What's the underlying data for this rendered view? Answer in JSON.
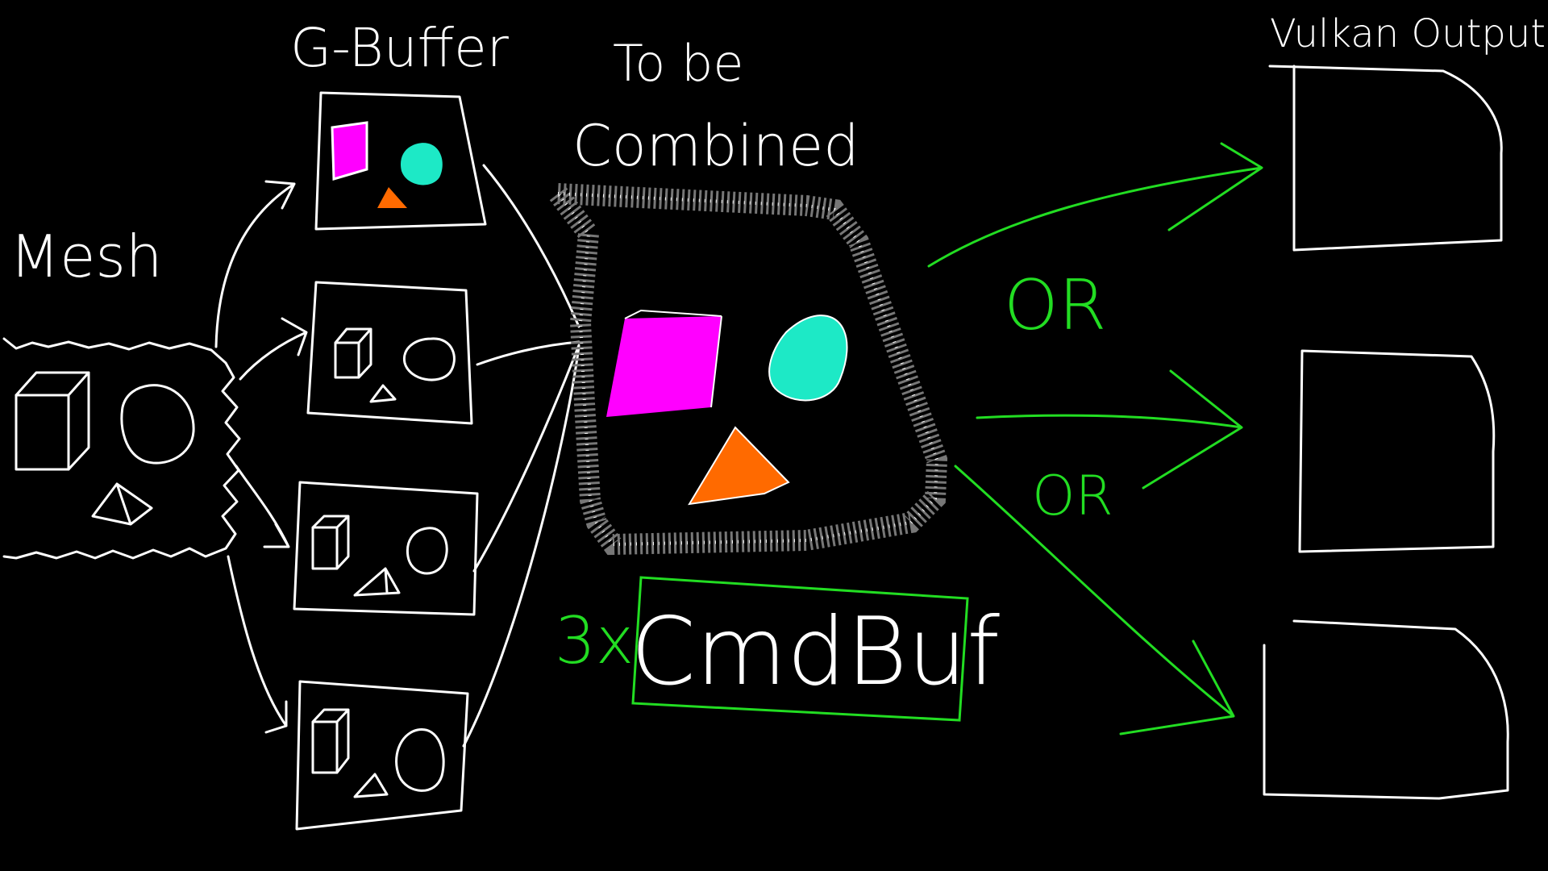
{
  "diagram": {
    "labels": {
      "mesh": "Mesh",
      "gbuffer": "G-Buffer",
      "to_be": "To be",
      "combined": "Combined",
      "cmd_buf": "CmdBuf",
      "cmd_buf_multiplier": "3x",
      "or_1": "OR",
      "or_2": "OR",
      "vulkan_outputs": "Vulkan Outputs"
    },
    "colors": {
      "background": "#000000",
      "stroke": "#ffffff",
      "accent": "#22dd22",
      "magenta": "#ff00ff",
      "teal": "#1de9c6",
      "orange": "#ff6a00"
    },
    "icons": [
      "cube-icon",
      "sphere-icon",
      "pyramid-icon"
    ]
  }
}
